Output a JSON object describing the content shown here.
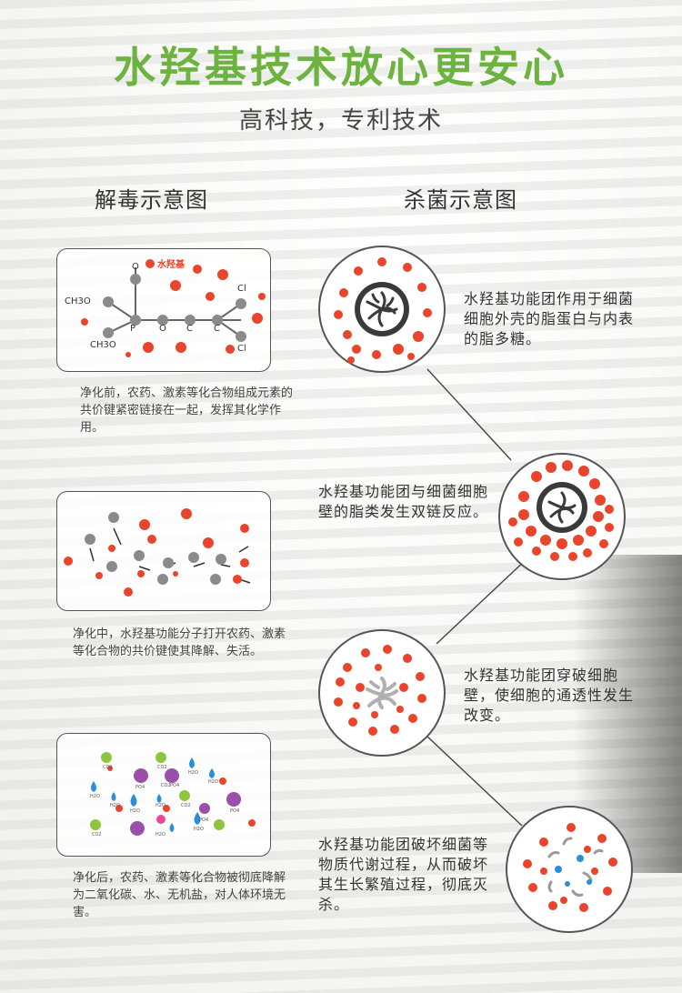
{
  "header": {
    "title": "水羟基技术放心更安心",
    "subtitle": "高科技，专利技术"
  },
  "detox": {
    "heading": "解毒示意图",
    "box1": {
      "label_oh": "水羟基",
      "atoms": [
        "O",
        "CH3O",
        "P",
        "O",
        "C",
        "C",
        "Cl",
        "Cl",
        "CH3O"
      ]
    },
    "caption1": "净化前，农药、激素等化合物组成元素的共价键紧密链接在一起，发挥其化学作用。",
    "caption2": "净化中，水羟基功能分子打开农药、激素等化合物的共价键使其降解、失活。",
    "box3": {
      "labels": [
        "CO2",
        "CO2",
        "PO4",
        "CO2",
        "PO4",
        "H2O",
        "H2O",
        "H2O",
        "H2O",
        "PO4",
        "H2O",
        "CO2",
        "H2O",
        "H2O",
        "CO2",
        "H2O",
        "PO4"
      ]
    },
    "caption3": "净化后，农药、激素等化合物被彻底降解为二氧化碳、水、无机盐，对人体环境无害。"
  },
  "sterilize": {
    "heading": "杀菌示意图",
    "desc1": "水羟基功能团作用于细菌细胞外壳的脂蛋白与内表的脂多糖。",
    "desc2": "水羟基功能团与细菌细胞壁的脂类发生双链反应。",
    "desc3": "水羟基功能团穿破细胞壁，使细胞的通透性发生改变。",
    "desc4": "水羟基功能团破坏细菌等物质代谢过程，从而破坏其生长繁殖过程，彻底灭杀。"
  },
  "colors": {
    "accent_green": "#6db33f",
    "oh_red": "#e8452c",
    "atom_gray": "#8a8a8a",
    "bacteria_dark": "#3a3a3a",
    "water_blue": "#2a8fd6",
    "co2_green": "#8cc63f",
    "po4_purple": "#9b4fa8"
  }
}
